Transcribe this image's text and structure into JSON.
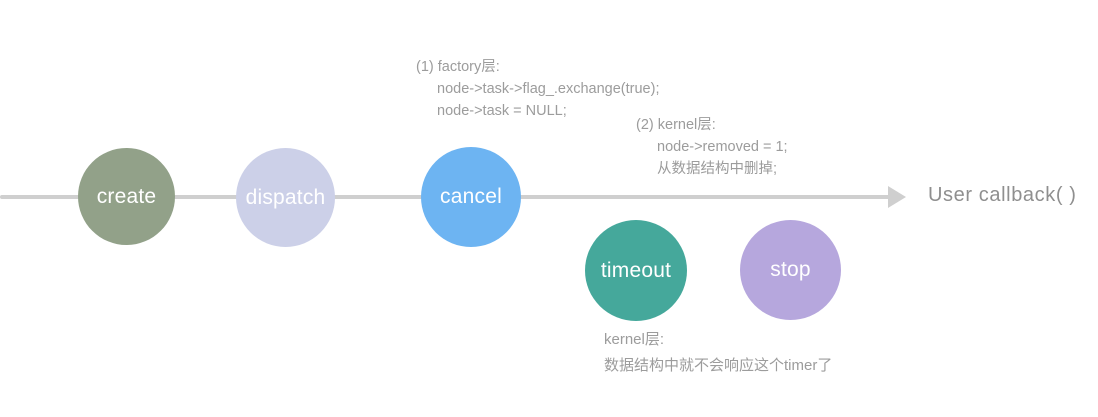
{
  "diagram": {
    "title": "timer lifecycle timeline",
    "axis": {
      "end_label": "User callback( )",
      "arrow_icon": "arrow-right-icon",
      "line_color": "#cfcfcf"
    },
    "nodes": [
      {
        "id": "create",
        "label": "create",
        "color": "#92a189"
      },
      {
        "id": "dispatch",
        "label": "dispatch",
        "color": "#ccd0e8"
      },
      {
        "id": "cancel",
        "label": "cancel",
        "color": "#6db4f2"
      },
      {
        "id": "timeout",
        "label": "timeout",
        "color": "#45a89b"
      },
      {
        "id": "stop",
        "label": "stop",
        "color": "#b6a7dd"
      }
    ],
    "annotations": {
      "factory": {
        "lines": [
          "(1) factory层:",
          "node->task->flag_.exchange(true);",
          "node->task = NULL;"
        ]
      },
      "kernel": {
        "lines": [
          "(2) kernel层:",
          "node->removed = 1;",
          "从数据结构中删掉;"
        ]
      },
      "bottom": {
        "lines": [
          "kernel层:",
          "数据结构中就不会响应这个timer了"
        ]
      }
    },
    "text_color": "#9c9c9c"
  }
}
